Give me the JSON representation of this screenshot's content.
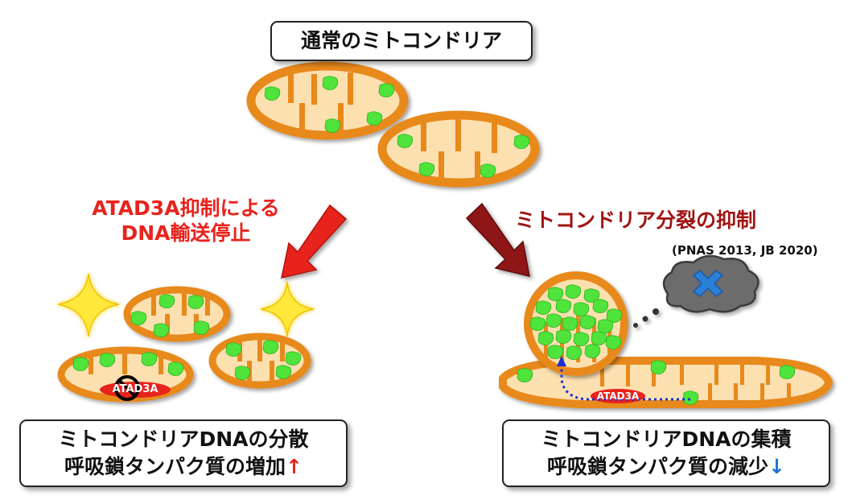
{
  "top_box": {
    "title": "通常のミトコンドリア"
  },
  "left_pathway": {
    "label_line1": "ATAD3A抑制による",
    "label_line2": "DNA輸送停止",
    "mito_label": "ATAD3A"
  },
  "right_pathway": {
    "label": "ミトコンドリア分裂の抑制",
    "citation": "(PNAS 2013, JB 2020)",
    "mito_label": "ATAD3A"
  },
  "bottom_left_box": {
    "line1": "ミトコンドリアDNAの分散",
    "line2_text": "呼吸鎖タンパク質の増加",
    "line2_arrow": "↑"
  },
  "bottom_right_box": {
    "line1": "ミトコンドリアDNAの集積",
    "line2_text": "呼吸鎖タンパク質の減少",
    "line2_arrow": "↓"
  },
  "colors": {
    "membrane": "#e8891f",
    "matrix": "#fce0b0",
    "dna": "#4fe33a",
    "red_arrow": "#e8231c",
    "dark_arrow": "#8e1413",
    "blue_dots": "#1a2fd6"
  }
}
